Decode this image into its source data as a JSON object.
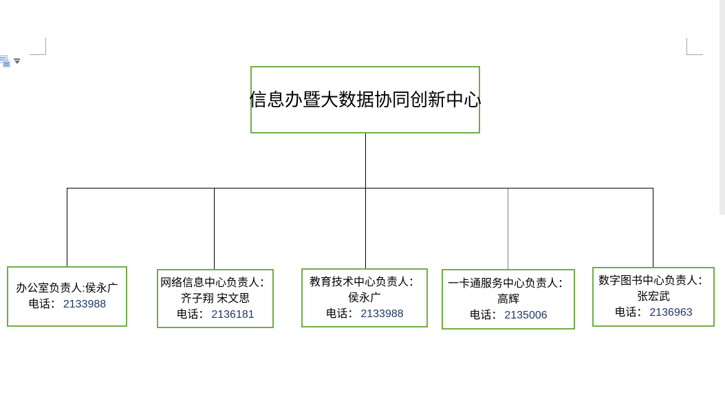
{
  "org_chart": {
    "root": {
      "title": "信息办暨大数据协同创新中心"
    },
    "departments": [
      {
        "lines": [
          "办公室负责人:侯永广"
        ],
        "phone_label": "电话：",
        "phone_number": "2133988"
      },
      {
        "lines": [
          "网络信息中心负责人：",
          "齐子翔 宋文思"
        ],
        "phone_label": "电话：",
        "phone_number": "2136181"
      },
      {
        "lines": [
          "教育技术中心负责人：",
          "侯永广"
        ],
        "phone_label": "电话：",
        "phone_number": "2133988"
      },
      {
        "lines": [
          "一卡通服务中心负责人：",
          "高辉"
        ],
        "phone_label": "电话：",
        "phone_number": "2135006"
      },
      {
        "lines": [
          "数字图书中心负责人：",
          "张宏武"
        ],
        "phone_label": "电话：",
        "phone_number": "2136963"
      }
    ]
  },
  "icons": {
    "paste_options": "paste-options-icon",
    "dropdown": "chevron-down-icon"
  },
  "colors": {
    "box_border": "#70AD47",
    "phone_text": "#1F3864",
    "connector": "#000000",
    "connector_alt": "#7F7F7F",
    "boundary_mark": "#A6A6A6",
    "canvas_edge": "#EBEBEB"
  }
}
